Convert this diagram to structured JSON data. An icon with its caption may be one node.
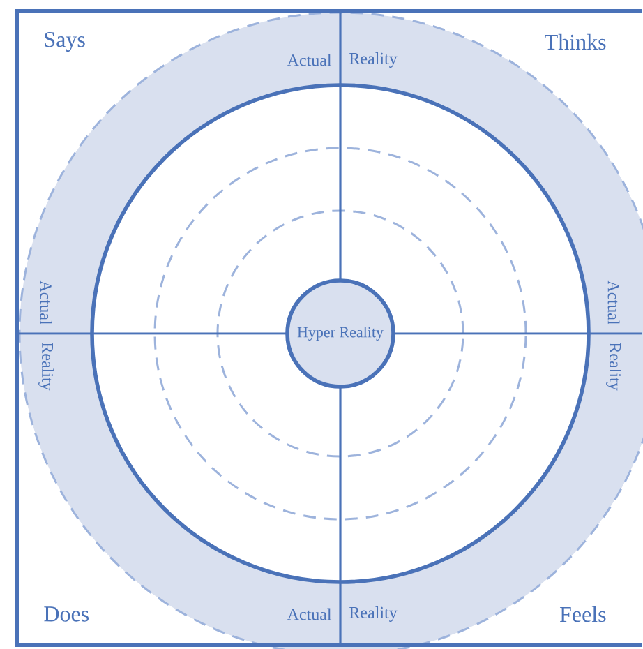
{
  "diagram": {
    "nodes": [
      {
        "text": [
          "Hyper Reality"
        ]
      }
    ],
    "labels": [
      "Says",
      "Thinks",
      "Actual",
      "Reality",
      "Actual",
      "Reality",
      "Actual",
      "Reality",
      "Does",
      "Actual",
      "Reality",
      "Feels"
    ]
  }
}
